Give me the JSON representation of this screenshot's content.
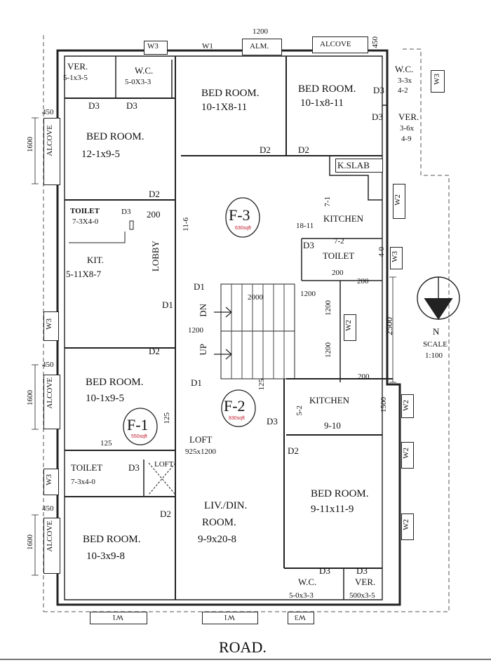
{
  "road": "ROAD.",
  "flats": [
    {
      "id": "F-1",
      "area": "550sqft"
    },
    {
      "id": "F-2",
      "area": "830sqft"
    },
    {
      "id": "F-3",
      "area": "630sqft"
    }
  ],
  "rooms": {
    "ver_top_left": {
      "name": "VER.",
      "size": "5-1x3-5"
    },
    "wc_top_left": {
      "name": "W.C.",
      "size": "5-0X3-3"
    },
    "bed_top_center": {
      "name": "BED ROOM.",
      "size": "10-1X8-11"
    },
    "bed_top_right": {
      "name": "BED ROOM.",
      "size": "10-1x8-11"
    },
    "wc_top_right": {
      "name": "W.C.",
      "size": "3-3x",
      "size2": "4-2"
    },
    "ver_top_right": {
      "name": "VER.",
      "size": "3-6x",
      "size2": "4-9"
    },
    "bed_left_upper": {
      "name": "BED ROOM.",
      "size": "12-1x9-5"
    },
    "toilet_left_upper": {
      "name": "TOILET",
      "size": "7-3X4-0"
    },
    "kit_left": {
      "name": "KIT.",
      "size": "5-11X8-7"
    },
    "kslab": {
      "name": "K.SLAB"
    },
    "kitchen_f3": {
      "name": "KITCHEN",
      "size": "18-11",
      "size2": "7-1"
    },
    "toilet_f3": {
      "name": "TOILET",
      "size": "7-2",
      "size2": "4-0"
    },
    "bed_left_mid": {
      "name": "BED ROOM.",
      "size": "10-1x9-5"
    },
    "kitchen_f2": {
      "name": "KITCHEN",
      "size": "9-10",
      "size2": "5-2"
    },
    "toilet_left_lower": {
      "name": "TOILET",
      "size": "7-3x4-0"
    },
    "loft": {
      "name": "LOFT",
      "size": "925x1200",
      "small": "LOFT"
    },
    "liv_din": {
      "name": "LIV./DIN.",
      "name2": "ROOM.",
      "size": "9-9x20-8"
    },
    "bed_right_lower": {
      "name": "BED ROOM.",
      "size": "9-11x11-9"
    },
    "bed_left_lower": {
      "name": "BED ROOM.",
      "size": "10-3x9-8"
    },
    "wc_bottom": {
      "name": "W.C.",
      "size": "5-0x3-3"
    },
    "ver_bottom": {
      "name": "VER.",
      "size": "500x3-5"
    },
    "lobby": {
      "name": "LOBBY"
    }
  },
  "alcoves": {
    "top": "ALCOVE",
    "left_upper": "ALCOVE",
    "left_mid": "ALCOVE",
    "left_lower": "ALCOVE"
  },
  "labels": {
    "w3": "W3",
    "w1": "W1",
    "w2": "W2",
    "alm": "ALM.",
    "d1": "D1",
    "d2": "D2",
    "d3": "D3",
    "dn": "DN",
    "up": "UP",
    "dim_450": "450",
    "dim_1600": "1600",
    "dim_1200": "1200",
    "dim_200": "200",
    "dim_2000": "2000",
    "dim_2500": "2500",
    "dim_125": "125",
    "dim_1500": "1500",
    "dim_11_6": "11-6"
  },
  "north": {
    "letter": "N",
    "scale_label": "SCALE",
    "scale_value": "1:100"
  }
}
